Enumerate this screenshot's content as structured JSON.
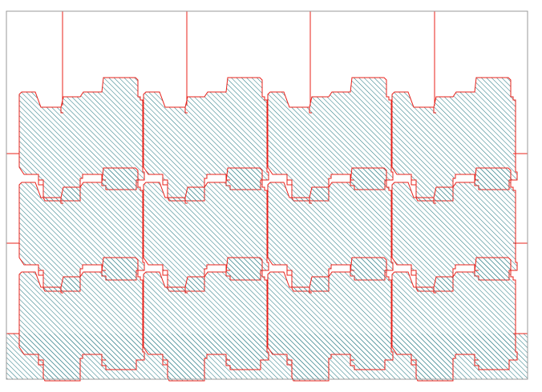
{
  "diagram": {
    "kind": "die-cut nesting layout",
    "grid": {
      "rows": 3,
      "columns": 4
    },
    "piece_count": 12,
    "colors": {
      "background": "#ffffff",
      "sheet_border": "#9a9a9a",
      "cut_line": "#e8201a",
      "hatch": "#2e7d86"
    },
    "hatch_pattern": "diagonal lines"
  }
}
